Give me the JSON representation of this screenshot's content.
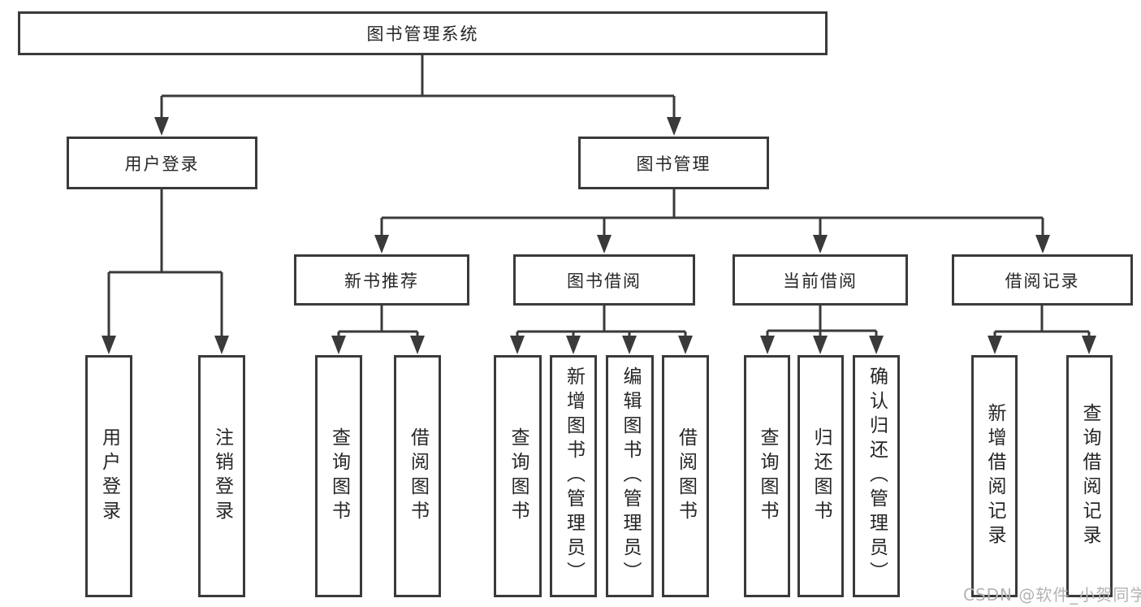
{
  "tree": {
    "root": {
      "label": "图书管理系统"
    },
    "branches": [
      {
        "label": "用户登录",
        "leaves": [
          {
            "label": "用户登录"
          },
          {
            "label": "注销登录"
          }
        ]
      },
      {
        "label": "图书管理",
        "subbranches": [
          {
            "label": "新书推荐",
            "leaves": [
              {
                "label": "查询图书"
              },
              {
                "label": "借阅图书"
              }
            ]
          },
          {
            "label": "图书借阅",
            "leaves": [
              {
                "label": "查询图书"
              },
              {
                "label": "新增图书（管理员）"
              },
              {
                "label": "编辑图书（管理员）"
              },
              {
                "label": "借阅图书"
              }
            ]
          },
          {
            "label": "当前借阅",
            "leaves": [
              {
                "label": "查询图书"
              },
              {
                "label": "归还图书"
              },
              {
                "label": "确认归还（管理员）"
              }
            ]
          },
          {
            "label": "借阅记录",
            "leaves": [
              {
                "label": "新增借阅记录"
              },
              {
                "label": "查询借阅记录"
              }
            ]
          }
        ]
      }
    ]
  },
  "watermark": {
    "text": "CSDN @软件_小贺同学"
  },
  "colors": {
    "line": "#3a3a3a",
    "text": "#262626",
    "watermark": "#b3b3b3",
    "bg": "#ffffff"
  }
}
